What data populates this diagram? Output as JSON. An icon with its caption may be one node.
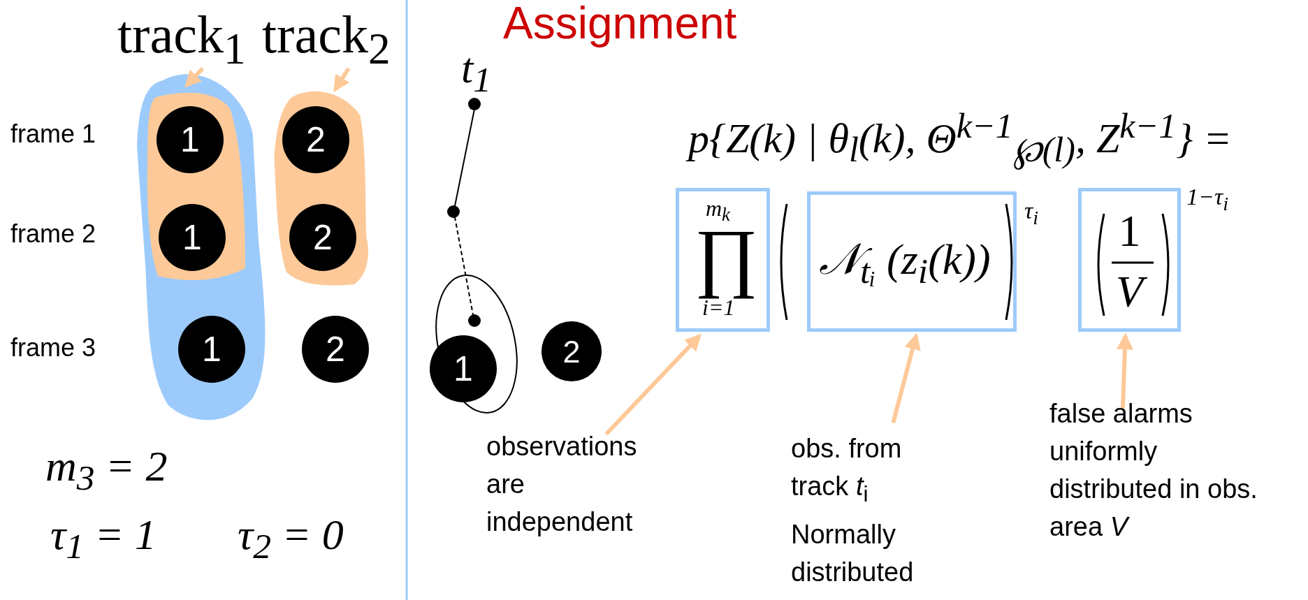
{
  "diagram": {
    "title": "Assignment",
    "nodes": [
      {
        "text": [
          "track$_{1}$"
        ]
      },
      {
        "text": [
          "track$_{2}$"
        ]
      },
      {
        "text": [],
        "shape": "blob"
      },
      {
        "text": [],
        "shape": "blob",
        "in": 2
      },
      {
        "text": [
          "1"
        ],
        "in": 3
      },
      {
        "text": [
          "1"
        ],
        "in": 3
      },
      {
        "text": [
          "1"
        ],
        "in": 2
      },
      {
        "text": [],
        "shape": "blob"
      },
      {
        "text": [
          "2"
        ],
        "in": 7
      },
      {
        "text": [
          "2"
        ],
        "in": 7
      },
      {
        "text": [
          "2"
        ]
      },
      {
        "text": [],
        "shape": "circle"
      },
      {
        "text": [],
        "shape": "circle"
      },
      {
        "text": [],
        "shape": "ellipse"
      },
      {
        "text": [],
        "shape": "circle",
        "in": 13
      },
      {
        "text": [
          "1"
        ]
      },
      {
        "text": [
          "2"
        ]
      },
      {
        "text": [
          "m$_{k}$",
          "∏",
          "i=1"
        ]
      },
      {
        "text": [
          "𝒩$_{tᵢ}$ (z$_{i}$(k))"
        ]
      },
      {
        "text": [
          "1",
          "V"
        ]
      },
      {
        "text": [
          "observations are independent"
        ]
      },
      {
        "text": [
          "obs. from track *t*$_{i}$",
          "Normally distributed"
        ]
      },
      {
        "text": [
          "false alarms uniformly distributed in obs. area *V*"
        ]
      }
    ],
    "edges": [
      {
        "from": 0,
        "to": 3,
        "arrow": "to"
      },
      {
        "from": 1,
        "to": 7,
        "arrow": "to"
      },
      {
        "from": 11,
        "to": 12,
        "arrow": "none",
        "color": "#000000"
      },
      {
        "from": 12,
        "to": 14,
        "arrow": "none",
        "style": "dashed",
        "color": "#000000"
      },
      {
        "from": 20,
        "to": 17,
        "arrow": "to"
      },
      {
        "from": 21,
        "to": 18,
        "arrow": "to"
      },
      {
        "from": 22,
        "to": 19,
        "arrow": "to"
      }
    ],
    "labels": [
      "frame 1",
      "frame 2",
      "frame 3",
      "m$_{3}$ = 2",
      "τ$_{1}$ = 1",
      "τ$_{2}$ = 0",
      "t$_{1}$",
      "p{Z(k) | θ$_{l}$(k), Θ$^{k−1}$$_{℘(l)}$, Z$^{k−1}$} =",
      "τ$_{i}$",
      "1−τ$_{i}$"
    ]
  }
}
